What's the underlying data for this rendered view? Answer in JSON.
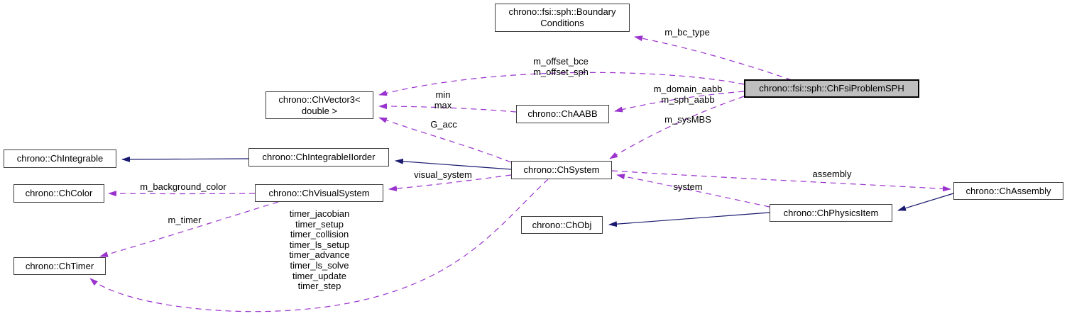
{
  "colors": {
    "usage_edge": "#9a32cd",
    "inheritance_edge": "#191970",
    "node_border": "#3d3d3d",
    "node_fill": "#ffffff",
    "highlight_fill": "#bfbfbf",
    "highlight_border": "#000000",
    "background": "#ffffff"
  },
  "nodes": {
    "boundary_conditions": {
      "label": "chrono::fsi::sph::Boundary\nConditions"
    },
    "fsi_problem_sph": {
      "label": "chrono::fsi::sph::ChFsiProblemSPH"
    },
    "vector3": {
      "label": "chrono::ChVector3<\ndouble >"
    },
    "aabb": {
      "label": "chrono::ChAABB"
    },
    "integrable": {
      "label": "chrono::ChIntegrable"
    },
    "integrable_iiorder": {
      "label": "chrono::ChIntegrableIIorder"
    },
    "system": {
      "label": "chrono::ChSystem"
    },
    "color": {
      "label": "chrono::ChColor"
    },
    "visual_system": {
      "label": "chrono::ChVisualSystem"
    },
    "obj": {
      "label": "chrono::ChObj"
    },
    "physics_item": {
      "label": "chrono::ChPhysicsItem"
    },
    "assembly": {
      "label": "chrono::ChAssembly"
    },
    "timer": {
      "label": "chrono::ChTimer"
    }
  },
  "edge_labels": {
    "m_bc_type": "m_bc_type",
    "m_offset": "m_offset_bce\nm_offset_sph",
    "min_max": "min\nmax",
    "g_acc": "G_acc",
    "m_aabb": "m_domain_aabb\nm_sph_aabb",
    "m_sysmbs": "m_sysMBS",
    "visual_system": "visual_system",
    "m_background_color": "m_background_color",
    "m_timer": "m_timer",
    "timers": "timer_jacobian\ntimer_setup\ntimer_collision\ntimer_ls_setup\ntimer_advance\ntimer_ls_solve\ntimer_update\ntimer_step",
    "assembly": "assembly",
    "system": "system"
  }
}
